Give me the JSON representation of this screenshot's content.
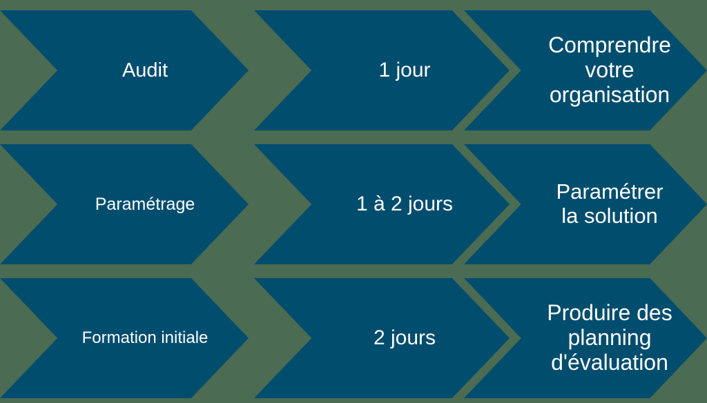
{
  "theme": {
    "background_color": "#4b6b52",
    "chevron_color": "#014d6e",
    "text_color": "#ffffff"
  },
  "diagram": {
    "type": "chevron-process",
    "columns": [
      "phase",
      "duration",
      "objective"
    ],
    "rows": [
      {
        "id": "audit",
        "phase": "Audit",
        "duration": "1 jour",
        "objective": "Comprendre\nvotre\norganisation"
      },
      {
        "id": "parametrage",
        "phase": "Paramétrage",
        "duration": "1 à 2 jours",
        "objective": "Paramétrer\nla solution"
      },
      {
        "id": "formation",
        "phase": "Formation initiale",
        "duration": "2 jours",
        "objective": "Produire des\nplanning\nd'évaluation"
      }
    ]
  }
}
